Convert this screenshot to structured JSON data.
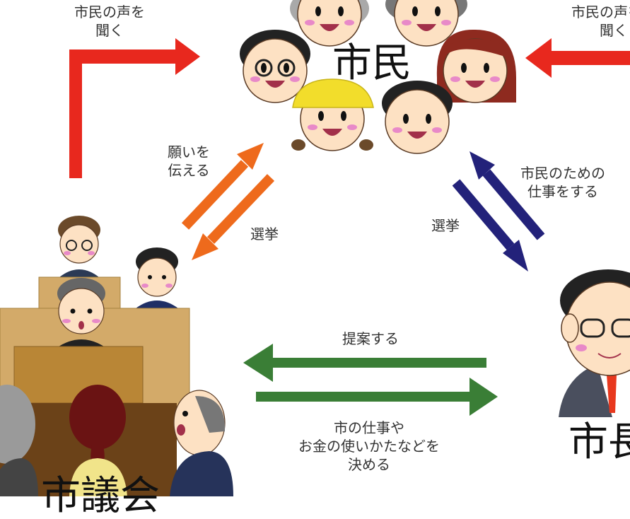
{
  "diagram": {
    "citizens_title": "市民",
    "mayor_title": "市長",
    "council_title": "市議会",
    "listen_left": [
      "市民の声を",
      "聞く"
    ],
    "listen_right": [
      "市民の声を",
      "聞く"
    ],
    "wish": [
      "願いを",
      "伝える"
    ],
    "election_left": "選挙",
    "election_right": "選挙",
    "work_for_citizens": [
      "市民のための",
      "仕事をする"
    ],
    "propose": "提案する",
    "decide": [
      "市の仕事や",
      "お金の使いかたなどを",
      "決める"
    ]
  },
  "colors": {
    "red_arrow": "#e8281e",
    "orange_arrow": "#ee6a1c",
    "navy_arrow": "#23227a",
    "green_arrow": "#3a7e36"
  }
}
